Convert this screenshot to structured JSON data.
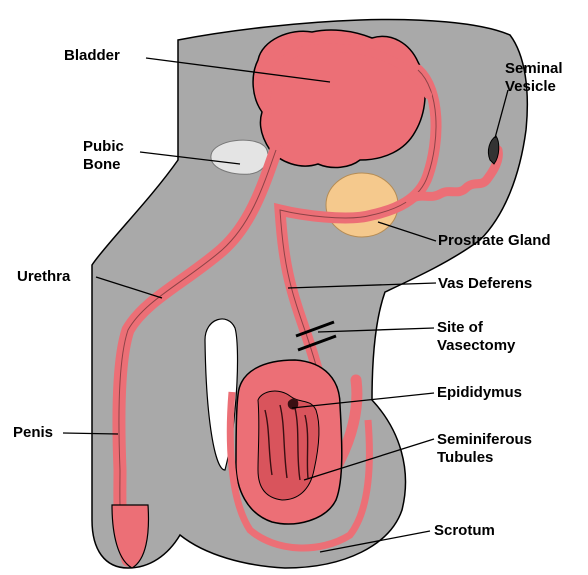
{
  "labels": {
    "bladder": "Bladder",
    "seminal_vesicle": [
      "Seminal",
      "Vesicle"
    ],
    "pubic_bone": [
      "Pubic",
      "Bone"
    ],
    "prostate_gland": "Prostrate Gland",
    "urethra": "Urethra",
    "vas_deferens": "Vas Deferens",
    "site_of_vasectomy": [
      "Site of",
      "Vasectomy"
    ],
    "epididymus": "Epididymus",
    "penis": "Penis",
    "seminiferous_tubules": [
      "Seminiferous",
      "Tubules"
    ],
    "scrotum": "Scrotum"
  },
  "colors": {
    "body": "#a9a9a9",
    "organ": "#ec6f76",
    "bone": "#e4e4e4",
    "prostate": "#f5c98d",
    "outline": "#000000"
  }
}
